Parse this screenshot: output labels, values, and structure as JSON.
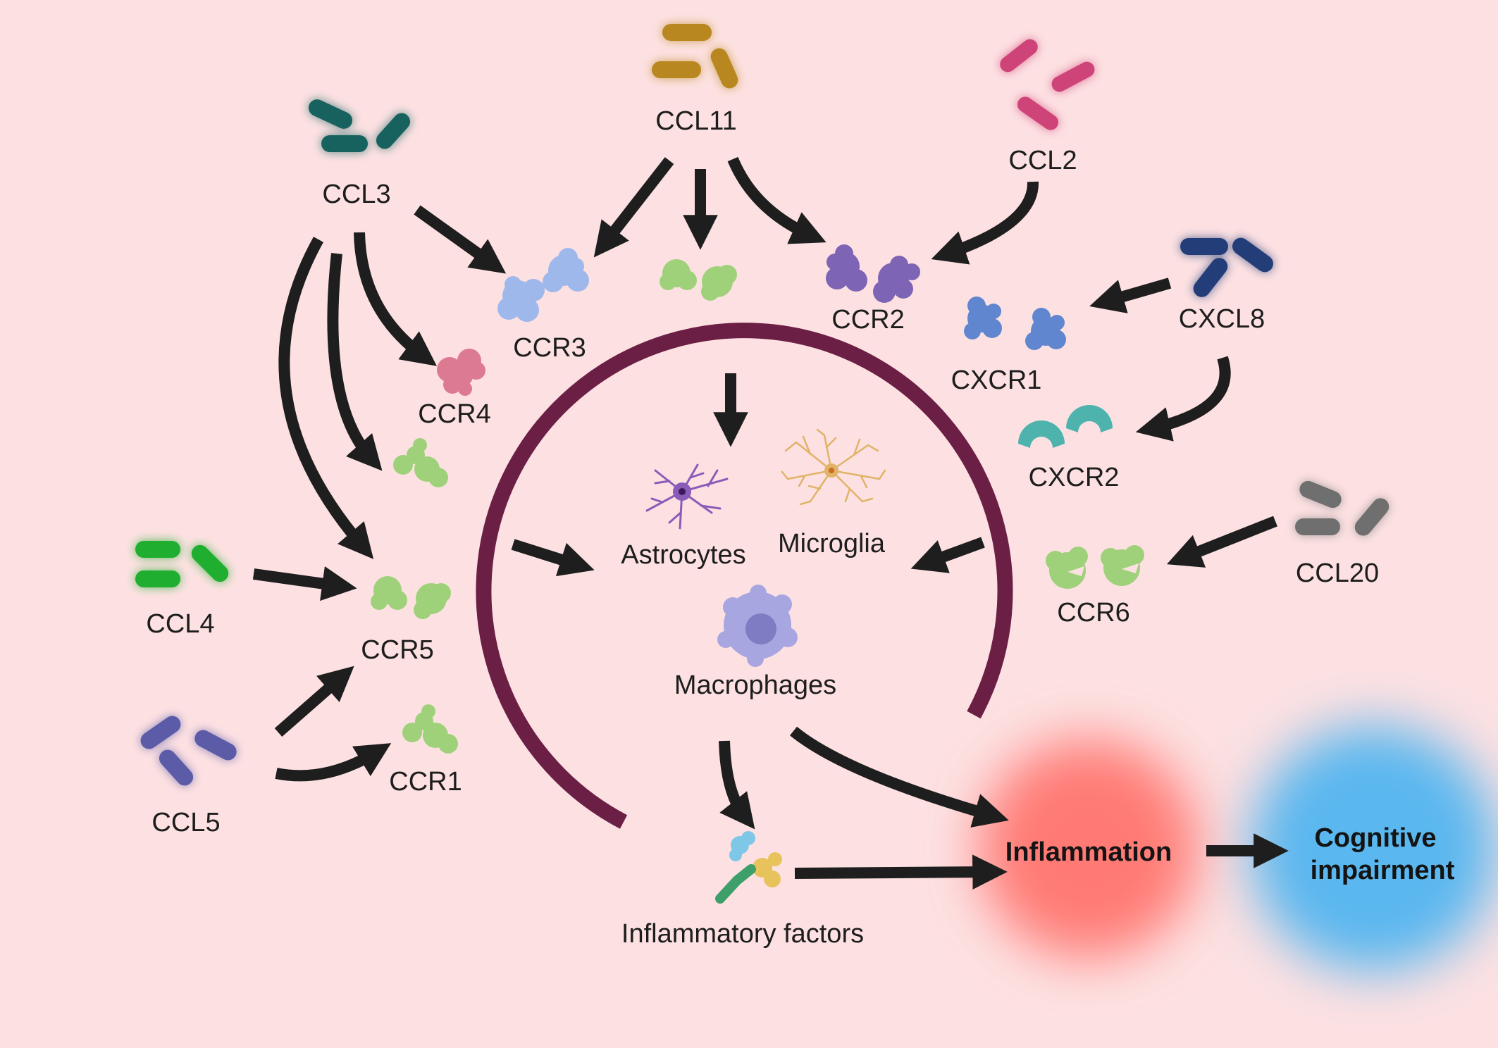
{
  "colors": {
    "background": "#fde1e2",
    "arc": "#6b1f45",
    "arrow": "#1e1e1e",
    "inflammation": "#ff7a74",
    "cognitive": "#5ab7ef"
  },
  "chemokines": {
    "ccl11": {
      "label": "CCL11",
      "color": "#b8871f"
    },
    "ccl3": {
      "label": "CCL3",
      "color": "#17625f"
    },
    "ccl2": {
      "label": "CCL2",
      "color": "#cf4478"
    },
    "cxcl8": {
      "label": "CXCL8",
      "color": "#233d78"
    },
    "ccl4": {
      "label": "CCL4",
      "color": "#1fae2f"
    },
    "ccl5": {
      "label": "CCL5",
      "color": "#5b5ba8"
    },
    "ccl20": {
      "label": "CCL20",
      "color": "#6f6f6f"
    }
  },
  "receptors": {
    "ccr3": {
      "label": "CCR3",
      "color": "#9fb8ec"
    },
    "ccr2": {
      "label": "CCR2",
      "color": "#7d64b4"
    },
    "cxcr1": {
      "label": "CXCR1",
      "color": "#5f86cf"
    },
    "cxcr2": {
      "label": "CXCR2",
      "color": "#4fb3ad"
    },
    "ccr4": {
      "label": "CCR4",
      "color": "#dc7a92"
    },
    "ccr5": {
      "label": "CCR5",
      "color": "#9fd17a"
    },
    "ccr1": {
      "label": "CCR1",
      "color": "#9fd17a"
    },
    "ccr6": {
      "label": "CCR6",
      "color": "#9fd17a"
    }
  },
  "cells": {
    "astrocytes": {
      "label": "Astrocytes",
      "color": "#8a5cb8"
    },
    "microglia": {
      "label": "Microglia",
      "color": "#e0b368"
    },
    "macrophages": {
      "label": "Macrophages",
      "color": "#a8a6e0"
    }
  },
  "factors": {
    "label": "Inflammatory factors"
  },
  "outcomes": {
    "inflammation": {
      "label": "Inflammation"
    },
    "cognitive": {
      "line1": "Cognitive",
      "line2": "impairment"
    }
  }
}
